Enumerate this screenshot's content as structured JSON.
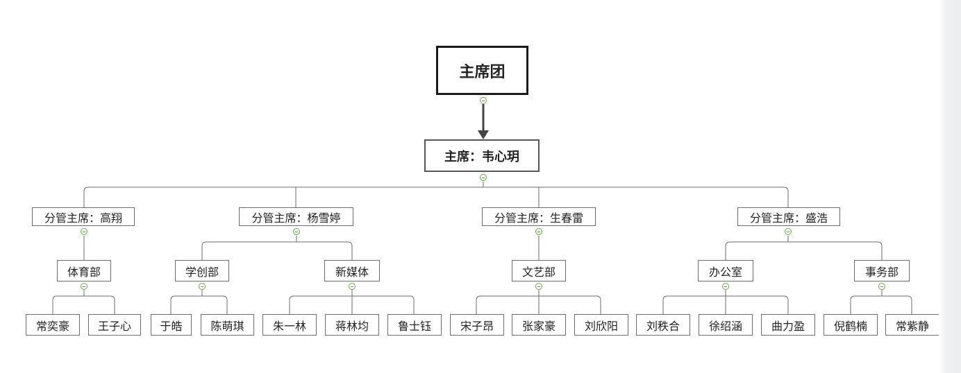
{
  "root": {
    "label": "主席团"
  },
  "chair": {
    "label": "主席：韦心玥"
  },
  "vice_chairs": [
    {
      "label": "分管主席：高翔",
      "departments": [
        {
          "label": "体育部",
          "members": [
            "常奕豪",
            "王子心"
          ]
        }
      ]
    },
    {
      "label": "分管主席：杨雪婷",
      "departments": [
        {
          "label": "学创部",
          "members": [
            "于皓",
            "陈萌琪"
          ]
        },
        {
          "label": "新媒体",
          "members": [
            "朱一林",
            "蒋林均",
            "鲁士钰"
          ]
        }
      ]
    },
    {
      "label": "分管主席：生春雷",
      "departments": [
        {
          "label": "文艺部",
          "members": [
            "宋子昂",
            "张家豪",
            "刘欣阳"
          ]
        }
      ]
    },
    {
      "label": "分管主席：盛浩",
      "departments": [
        {
          "label": "办公室",
          "members": [
            "刘秩合",
            "徐绍涵",
            "曲力盈"
          ]
        },
        {
          "label": "事务部",
          "members": [
            "倪鹤楠",
            "常紫静"
          ]
        }
      ]
    }
  ],
  "colors": {
    "toggle": "#5cae3a",
    "line": "#6b6b6b",
    "arrow": "#444444"
  },
  "icons": {
    "collapse_toggle": "circle-minus-icon"
  }
}
